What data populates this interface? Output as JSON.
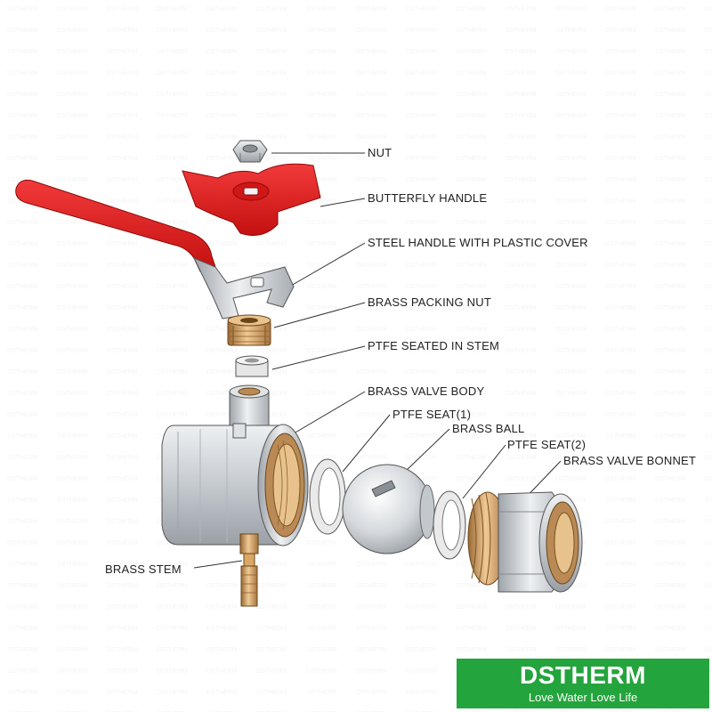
{
  "watermark": "DSTHERM",
  "parts": {
    "nut": "NUT",
    "butterfly_handle": "BUTTERFLY HANDLE",
    "steel_handle": "STEEL HANDLE WITH PLASTIC COVER",
    "brass_packing_nut": "BRASS PACKING NUT",
    "ptfe_seated_in_stem": "PTFE SEATED IN STEM",
    "brass_valve_body": "BRASS VALVE BODY",
    "ptfe_seat_1": "PTFE SEAT(1)",
    "brass_ball": "BRASS BALL",
    "ptfe_seat_2": "PTFE SEAT(2)",
    "brass_valve_bonnet": "BRASS VALVE BONNET",
    "brass_stem": "BRASS STEM"
  },
  "brand": {
    "name": "DSTHERM",
    "tagline": "Love Water Love Life",
    "color": "#24a43c"
  },
  "colors": {
    "handle_red": "#e01b1b",
    "brass": "#c89a63",
    "steel": "#d3d7db",
    "ptfe": "#e6e6e6"
  }
}
